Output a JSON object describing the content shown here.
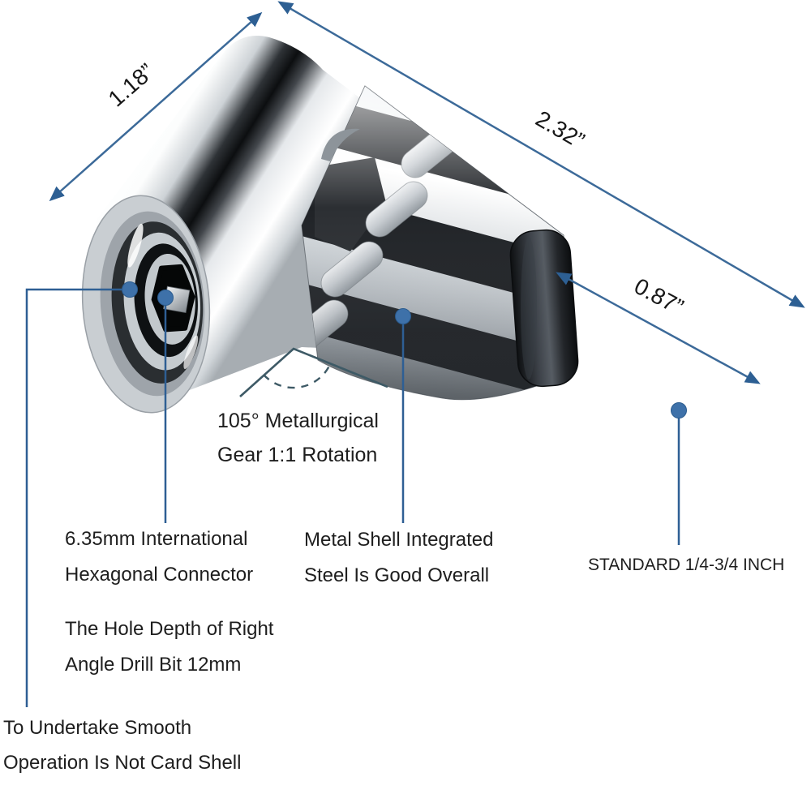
{
  "dimensions": {
    "head": "1.18”",
    "overall": "2.32”",
    "shank": "0.87”"
  },
  "annotations": {
    "angle": {
      "line1": "105° Metallurgical",
      "line2": "Gear 1:1 Rotation"
    },
    "hex_connector": {
      "line1": "6.35mm International",
      "line2": "Hexagonal Connector"
    },
    "hole_depth": {
      "line1": "The Hole Depth of Right",
      "line2": "Angle Drill Bit 12mm"
    },
    "smooth_operation": {
      "line1": "To Undertake Smooth",
      "line2": "Operation Is Not Card Shell"
    },
    "metal_shell": {
      "line1": "Metal Shell Integrated",
      "line2": "Steel Is Good Overall"
    },
    "shank_standard": "STANDARD 1/4-3/4 INCH"
  },
  "colors": {
    "background": "#ffffff",
    "leader_line": "#2e5f94",
    "leader_dot": "#3e71a9",
    "dimension_line": "#3c6a99",
    "arrowhead": "#2d5f93",
    "angle_line": "#3e5a66",
    "label_text": "#1e1e1e"
  }
}
